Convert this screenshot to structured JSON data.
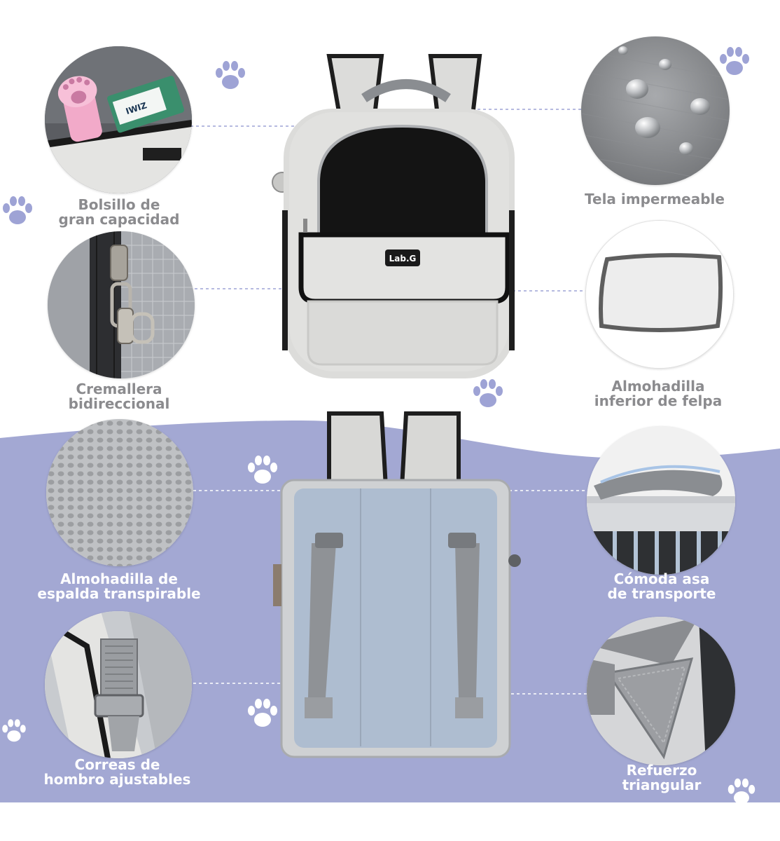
{
  "features": {
    "pocket": {
      "line1": "Bolsillo de",
      "line2": "gran capacidad"
    },
    "zipper": {
      "line1": "Cremallera",
      "line2": "bidireccional"
    },
    "waterproof": {
      "line1": "Tela impermeable"
    },
    "pad": {
      "line1": "Almohadilla",
      "line2": "inferior de felpa"
    },
    "back_pad": {
      "line1": "Almohadilla de",
      "line2": "espalda transpirable"
    },
    "handle": {
      "line1": "Cómoda asa",
      "line2": "de transporte"
    },
    "straps": {
      "line1": "Correas de",
      "line2": "hombro ajustables"
    },
    "triangle": {
      "line1": "Refuerzo",
      "line2": "triangular"
    }
  },
  "product": {
    "brand": "Lab.G"
  },
  "pocket_detail": {
    "can_text": "IWIZ"
  },
  "colors": {
    "accent_purple": "#a3a8d3",
    "paw_purple": "#9ea3d5",
    "label_gray": "#8b8b8e",
    "bag_body": "#d9d9d7",
    "bag_trim": "#1e1e1e"
  },
  "icons": [
    "paw-icon"
  ]
}
